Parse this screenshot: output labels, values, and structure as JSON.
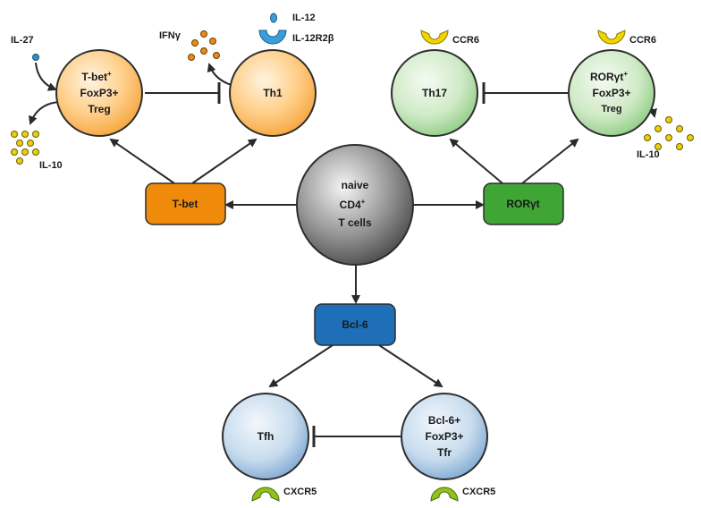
{
  "center": {
    "label_1": "naive",
    "label_2": "CD4",
    "label_2_sup": "+",
    "label_3": "T cells"
  },
  "factors": {
    "tbet": "T-bet",
    "rorgt": "RORγt",
    "bcl6": "Bcl-6"
  },
  "cells": {
    "treg_tbet": {
      "line1": "T-bet",
      "line1_sup": "+",
      "line2": "FoxP3+",
      "line3": "Treg"
    },
    "th1": {
      "label": "Th1"
    },
    "th17": {
      "label": "Th17"
    },
    "treg_ror": {
      "line1": "RORγt",
      "line1_sup": "+",
      "line2": "FoxP3+",
      "line3": "Treg"
    },
    "tfh": {
      "label": "Tfh"
    },
    "tfr": {
      "line1": "Bcl-6+",
      "line2": "FoxP3+",
      "line3": "Tfr"
    }
  },
  "cytokines": {
    "il27": "IL-27",
    "il10_left": "IL-10",
    "ifng": "IFNγ",
    "il12": "IL-12",
    "il12r": "IL-12R2β",
    "il10_right": "IL-10"
  },
  "receptors": {
    "ccr6_th17": "CCR6",
    "ccr6_treg": "CCR6",
    "cxcr5_tfh": "CXCR5",
    "cxcr5_tfr": "CXCR5"
  },
  "colors": {
    "orange_box": "#f08a0a",
    "green_box": "#3fa535",
    "blue_box": "#1f6fb8",
    "yellow_receptor": "#f2d400",
    "green_receptor": "#8fc21c",
    "blue_receptor": "#3a9fd8",
    "il27_dot": "#2e8fc4",
    "ifng_dot": "#e88a1a",
    "il10_dot": "#e8cf10"
  }
}
